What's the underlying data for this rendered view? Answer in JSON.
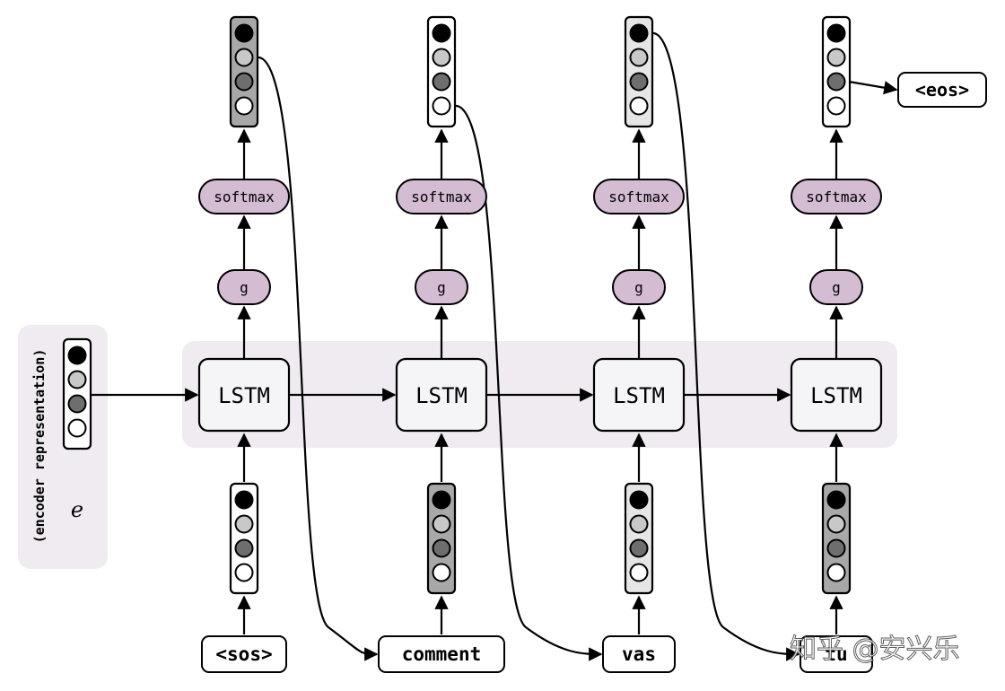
{
  "encoder": {
    "label": "(encoder representation)",
    "symbol": "e",
    "vector": [
      "#000000",
      "#c8c8c8",
      "#6e6e6e",
      "#ffffff"
    ]
  },
  "steps": [
    {
      "lstm": "LSTM",
      "g": "g",
      "softmax": "softmax",
      "input": "<sos>",
      "in_fill": "#ffffff",
      "out_fill": "#a8a8a8",
      "in_vector": [
        "#000000",
        "#c8c8c8",
        "#6e6e6e",
        "#ffffff"
      ],
      "out_vector": [
        "#000000",
        "#c8c8c8",
        "#6e6e6e",
        "#ffffff"
      ]
    },
    {
      "lstm": "LSTM",
      "g": "g",
      "softmax": "softmax",
      "input": "comment",
      "in_fill": "#a8a8a8",
      "out_fill": "#ffffff",
      "in_vector": [
        "#000000",
        "#c8c8c8",
        "#6e6e6e",
        "#ffffff"
      ],
      "out_vector": [
        "#000000",
        "#c8c8c8",
        "#6e6e6e",
        "#ffffff"
      ]
    },
    {
      "lstm": "LSTM",
      "g": "g",
      "softmax": "softmax",
      "input": "vas",
      "in_fill": "#e6e6e6",
      "out_fill": "#e6e6e6",
      "in_vector": [
        "#000000",
        "#c8c8c8",
        "#6e6e6e",
        "#ffffff"
      ],
      "out_vector": [
        "#000000",
        "#c8c8c8",
        "#6e6e6e",
        "#ffffff"
      ]
    },
    {
      "lstm": "LSTM",
      "g": "g",
      "softmax": "softmax",
      "input": "tu",
      "in_fill": "#a8a8a8",
      "out_fill": "#ffffff",
      "in_vector": [
        "#000000",
        "#c8c8c8",
        "#6e6e6e",
        "#ffffff"
      ],
      "out_vector": [
        "#000000",
        "#c8c8c8",
        "#6e6e6e",
        "#ffffff"
      ]
    }
  ],
  "eos": "<eos>",
  "watermark": "知乎 @安兴乐",
  "colors": {
    "lstm_band": "#efebf1",
    "encoder_panel": "#efebf1",
    "lstm_box": "#f5f4f7",
    "purple_node": "#d4bcd3",
    "stroke": "#000000"
  }
}
